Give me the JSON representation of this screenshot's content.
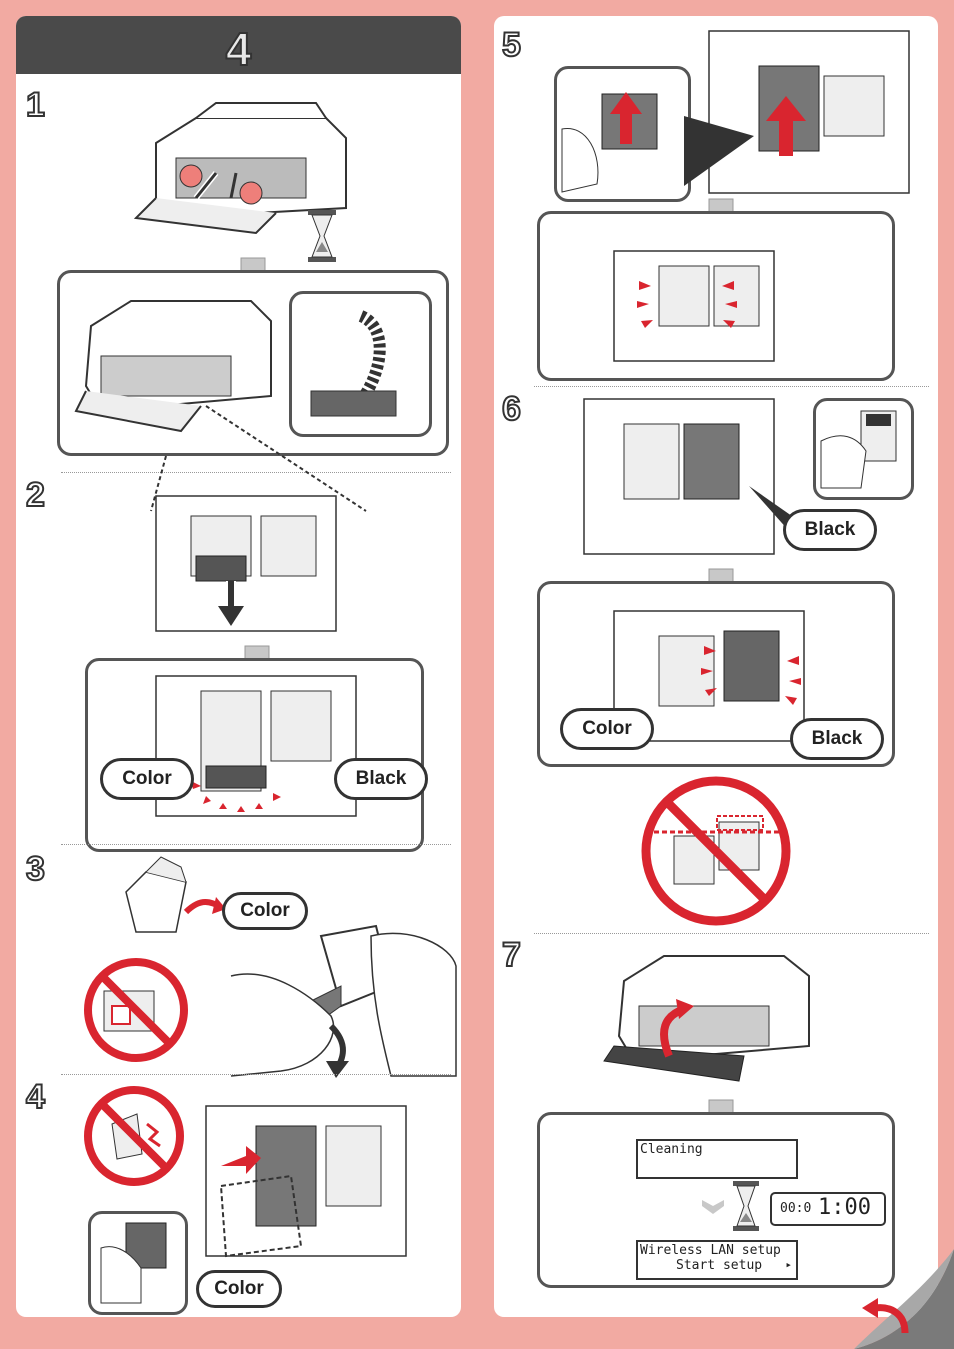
{
  "header": {
    "number": "4"
  },
  "steps": {
    "s1": "1",
    "s2": "2",
    "s3": "3",
    "s4": "4",
    "s5": "5",
    "s6": "6",
    "s7": "7"
  },
  "labels": {
    "color": "Color",
    "black": "Black"
  },
  "display": {
    "screen1_text": "Cleaning",
    "timer_prefix": "00:0",
    "timer_main": "1:00",
    "screen2_line1": "Wireless LAN setup",
    "screen2_line2": "Start setup",
    "screen2_arrow": "▸"
  },
  "colors": {
    "background": "#f2aaa2",
    "header_bar": "#4a4a4a",
    "prohibit_red": "#d9252f",
    "arrow_gray": "#c8c8c8"
  }
}
